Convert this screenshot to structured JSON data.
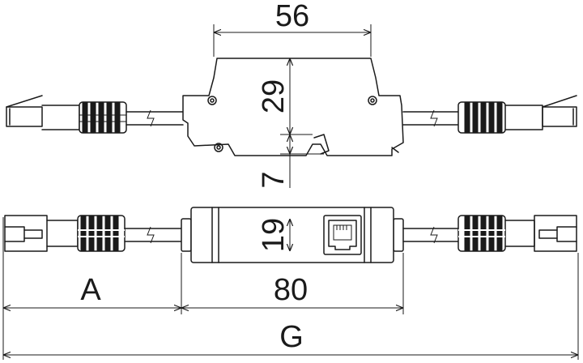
{
  "dimensions": {
    "top_width": "56",
    "top_height": "29",
    "top_offset": "7",
    "bottom_height": "19",
    "cable_length": "A",
    "body_length": "80",
    "total_length": "G"
  }
}
